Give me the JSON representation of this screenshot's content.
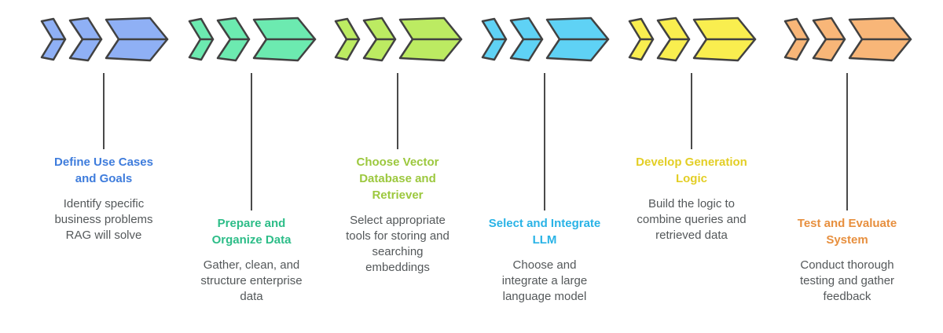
{
  "style": {
    "background": "#ffffff",
    "outline_color": "#414141",
    "connector_color": "#4a4a4a",
    "description_color": "#54585a"
  },
  "steps": [
    {
      "title": "Define Use Cases\nand Goals",
      "description": "Identify specific\nbusiness problems\nRAG will solve",
      "accent_color": "#3e7cdc",
      "chevron_fill": "#8fb0f5"
    },
    {
      "title": "Prepare and\nOrganize Data",
      "description": "Gather, clean, and\nstructure enterprise\ndata",
      "accent_color": "#2dbd88",
      "chevron_fill": "#6ceab0"
    },
    {
      "title": "Choose Vector\nDatabase and\nRetriever",
      "description": "Select appropriate\ntools for storing and\nsearching\nembeddings",
      "accent_color": "#9cc83e",
      "chevron_fill": "#bceb62"
    },
    {
      "title": "Select and Integrate\nLLM",
      "description": "Choose and\nintegrate a large\nlanguage model",
      "accent_color": "#29b3e6",
      "chevron_fill": "#5fd2f5"
    },
    {
      "title": "Develop Generation\nLogic",
      "description": "Build the logic to\ncombine queries and\nretrieved data",
      "accent_color": "#e3ce25",
      "chevron_fill": "#f9ee4f"
    },
    {
      "title": "Test and Evaluate\nSystem",
      "description": "Conduct thorough\ntesting and gather\nfeedback",
      "accent_color": "#e78f3e",
      "chevron_fill": "#f8b678"
    }
  ]
}
